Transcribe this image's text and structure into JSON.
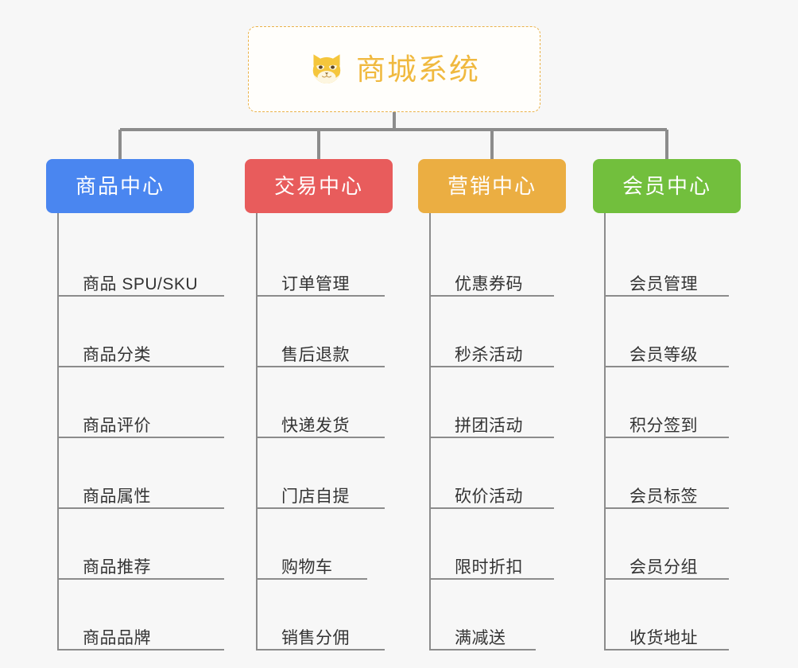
{
  "root": {
    "title": "商城系统",
    "icon": "shiba-inu-icon",
    "border_color": "#eab24a",
    "text_color": "#f0b93f",
    "background": "#fffefb"
  },
  "canvas": {
    "background": "#f7f7f7",
    "connector_color": "#8c8c8c"
  },
  "branches": [
    {
      "label": "商品中心",
      "color": "#4a86f0",
      "leaves": [
        "商品 SPU/SKU",
        "商品分类",
        "商品评价",
        "商品属性",
        "商品推荐",
        "商品品牌"
      ]
    },
    {
      "label": "交易中心",
      "color": "#e85c5c",
      "leaves": [
        "订单管理",
        "售后退款",
        "快递发货",
        "门店自提",
        "购物车",
        "销售分佣"
      ]
    },
    {
      "label": "营销中心",
      "color": "#ebae42",
      "leaves": [
        "优惠券码",
        "秒杀活动",
        "拼团活动",
        "砍价活动",
        "限时折扣",
        "满减送"
      ]
    },
    {
      "label": "会员中心",
      "color": "#72bf3d",
      "leaves": [
        "会员管理",
        "会员等级",
        "积分签到",
        "会员标签",
        "会员分组",
        "收货地址"
      ]
    }
  ]
}
